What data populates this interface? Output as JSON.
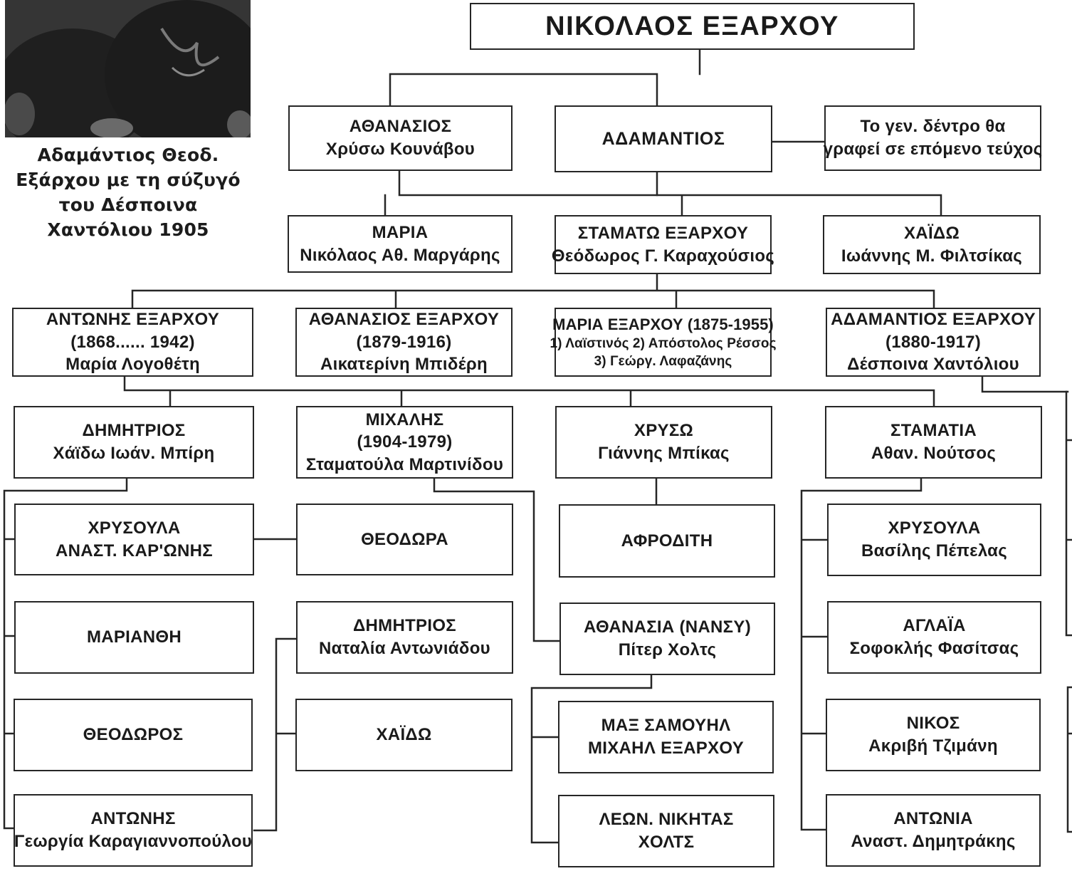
{
  "caption": [
    "Αδαμάντιος Θεοδ.",
    "Εξάρχου με τη σύζυγό",
    "του Δέσποινα",
    "Χαντόλιου 1905"
  ],
  "root": {
    "name": "ΝΙΚΟΛΑΟΣ ΕΞΑΡΧΟΥ"
  },
  "gen1": {
    "athanasios": {
      "name": "ΑΘΑΝΑΣΙΟΣ",
      "spouse": "Χρύσω Κουνάβου"
    },
    "adamantios": {
      "name": "ΑΔΑΜΑΝΤΙΟΣ"
    },
    "note": [
      "Το γεν. δέντρο θα",
      "γραφεί σε επόμενο τεύχος"
    ]
  },
  "gen2": {
    "maria": {
      "name": "ΜΑΡΙΑ",
      "spouse": "Νικόλαος Αθ. Μαργάρης"
    },
    "stamato": {
      "name": "ΣΤΑΜΑΤΩ ΕΞΑΡΧΟΥ",
      "spouse": "Θεόδωρος Γ. Καραχούσιος"
    },
    "chaido": {
      "name": "ΧΑΪΔΩ",
      "spouse": "Ιωάννης Μ. Φιλτσίκας"
    }
  },
  "gen3": {
    "antonis": {
      "name": "ΑΝΤΩΝΗΣ ΕΞΑΡΧΟΥ",
      "years": "(1868...... 1942)",
      "spouse": "Μαρία Λογοθέτη"
    },
    "athanasios": {
      "name": "ΑΘΑΝΑΣΙΟΣ ΕΞΑΡΧΟΥ",
      "years": "(1879-1916)",
      "spouse": "Αικατερίνη Μπιδέρη"
    },
    "maria": {
      "name": "ΜΑΡΙΑ ΕΞΑΡΧΟΥ (1875-1955)",
      "spouses1": "1) Λαϊστινός 2) Απόστολος Ρέσσος",
      "spouses2": "3) Γεώργ. Λαφαζάνης"
    },
    "adamantios": {
      "name": "ΑΔΑΜΑΝΤΙΟΣ ΕΞΑΡΧΟΥ",
      "years": "(1880-1917)",
      "spouse": "Δέσποινα Χαντόλιου"
    }
  },
  "gen4": {
    "dimitrios": {
      "name": "ΔΗΜΗΤΡΙΟΣ",
      "spouse": "Χάϊδω Ιωάν. Μπίρη"
    },
    "michalis": {
      "name": "ΜΙΧΑΛΗΣ",
      "years": "(1904-1979)",
      "spouse": "Σταματούλα Μαρτινίδου"
    },
    "chryso": {
      "name": "ΧΡΥΣΩ",
      "spouse": "Γιάννης Μπίκας"
    },
    "stamatia": {
      "name": "ΣΤΑΜΑΤΙΑ",
      "spouse": "Αθαν. Νούτσος"
    }
  },
  "gen5": {
    "chrysoula1": {
      "name": "ΧΡΥΣΟΥΛΑ",
      "spouse": "ΑΝΑΣΤ. ΚΑΡ'ΩΝΗΣ"
    },
    "marianthi": {
      "name": "ΜΑΡΙΑΝΘΗ"
    },
    "theodoros": {
      "name": "ΘΕΟΔΩΡΟΣ"
    },
    "antonis": {
      "name": "ΑΝΤΩΝΗΣ",
      "spouse": "Γεωργία Καραγιαννοπούλου"
    },
    "theodora": {
      "name": "ΘΕΟΔΩΡΑ"
    },
    "dimitrios": {
      "name": "ΔΗΜΗΤΡΙΟΣ",
      "spouse": "Ναταλία Αντωνιάδου"
    },
    "chaido": {
      "name": "ΧΑΪΔΩ"
    },
    "afroditi": {
      "name": "ΑΦΡΟΔΙΤΗ"
    },
    "athanasia": {
      "name": "ΑΘΑΝΑΣΙΑ (ΝΑΝΣΥ)",
      "spouse": "Πίτερ Χολτς"
    },
    "max": {
      "name": "ΜΑΞ ΣΑΜΟΥΗΛ",
      "name2": "ΜΙΧΑΗΛ ΕΞΑΡΧΟΥ"
    },
    "leon": {
      "name": "ΛΕΩΝ. ΝΙΚΗΤΑΣ",
      "name2": "ΧΟΛΤΣ"
    },
    "chrysoula2": {
      "name": "ΧΡΥΣΟΥΛΑ",
      "spouse": "Βασίλης Πέπελας"
    },
    "aglaia": {
      "name": "ΑΓΛΑΪΑ",
      "spouse": "Σοφοκλής Φασίτσας"
    },
    "nikos": {
      "name": "ΝΙΚΟΣ",
      "spouse": "Ακριβή Τζιμάνη"
    },
    "antonia": {
      "name": "ΑΝΤΩΝΙΑ",
      "spouse": "Αναστ. Δημητράκης"
    }
  }
}
